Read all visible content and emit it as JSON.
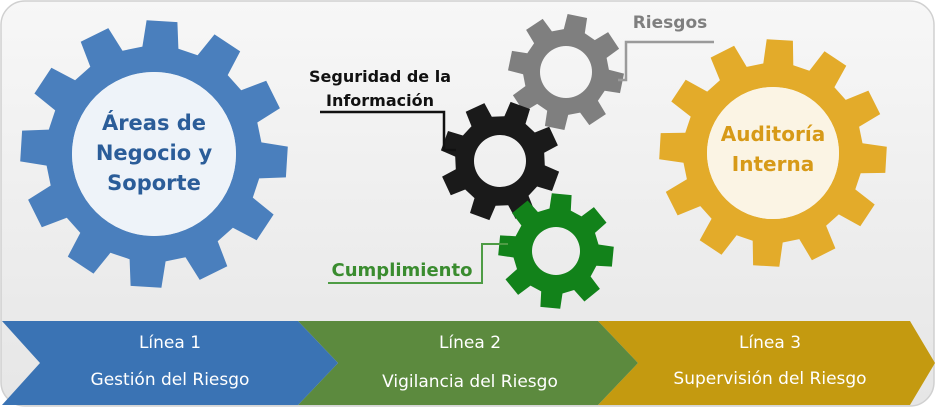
{
  "gears": {
    "business": {
      "line1": "Áreas de",
      "line2": "Negocio y",
      "line3": "Soporte",
      "color": "#4a7fbd",
      "text_color": "#2b5d99"
    },
    "audit": {
      "line1": "Auditoría",
      "line2": "Interna",
      "color": "#e3ab2a",
      "text_color": "#d79a18"
    },
    "risk": {
      "label": "Riesgos",
      "color": "#7f7f7f"
    },
    "infosec": {
      "label_line1": "Seguridad de la",
      "label_line2": "Información",
      "color": "#1a1a1a"
    },
    "compliance": {
      "label": "Cumplimiento",
      "color": "#12821a",
      "label_color": "#3a8c2f"
    }
  },
  "lines": [
    {
      "title": "Línea 1",
      "subtitle": "Gestión del Riesgo",
      "color": "#3a73b4"
    },
    {
      "title": "Línea 2",
      "subtitle": "Vigilancia del Riesgo",
      "color": "#5c8a3e"
    },
    {
      "title": "Línea 3",
      "subtitle": "Supervisión del Riesgo",
      "color": "#c49a10"
    }
  ],
  "background": "#f0f0f0"
}
